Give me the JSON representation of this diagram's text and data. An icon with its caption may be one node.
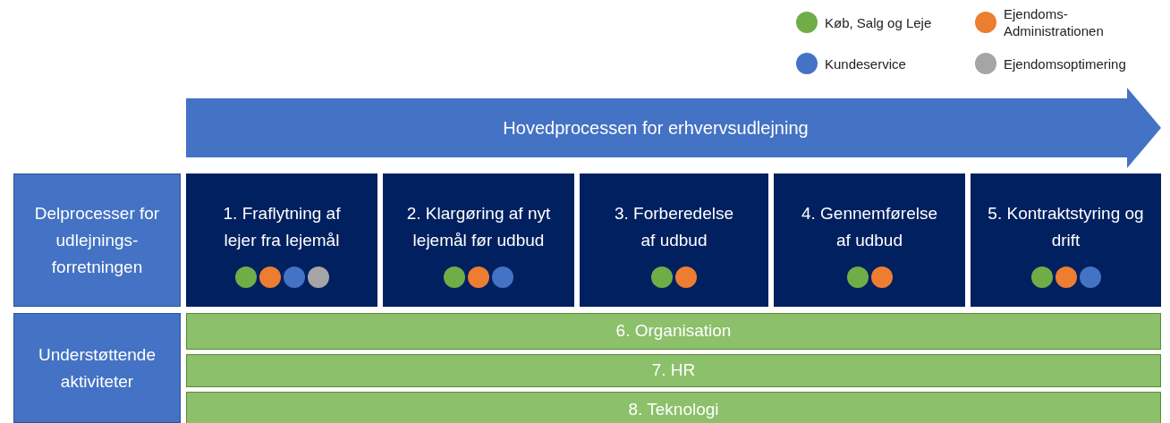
{
  "diagram": {
    "nodes": [
      {
        "text": [
          "Hovedprocessen for erhvervsudlejning"
        ]
      },
      {
        "text": [
          "Delprocesser for udlejnings- forretningen"
        ]
      },
      {
        "text": [
          "1. Fraflytning af lejer fra lejemål"
        ]
      },
      {
        "text": [
          "2. Klargøring af nyt lejemål før udbud"
        ]
      },
      {
        "text": [
          "3. Forberedelse af udbud"
        ]
      },
      {
        "text": [
          "4. Gennemførelse af udbud"
        ]
      },
      {
        "text": [
          "5. Kontraktstyring og drift"
        ]
      },
      {
        "text": [
          "Understøttende aktiviteter"
        ]
      },
      {
        "text": [
          "6. Organisation"
        ]
      },
      {
        "text": [
          "7. HR"
        ]
      },
      {
        "text": [
          "8. Teknologi"
        ]
      }
    ],
    "legend": [
      {
        "text": "Køb, Salg og Leje",
        "color": "#70ad47"
      },
      {
        "text": "Ejendoms- Administrationen",
        "color": "#ed7d31"
      },
      {
        "text": "Kundeservice",
        "color": "#4472c4"
      },
      {
        "text": "Ejendomsoptimering",
        "color": "#a5a5a5"
      }
    ]
  }
}
